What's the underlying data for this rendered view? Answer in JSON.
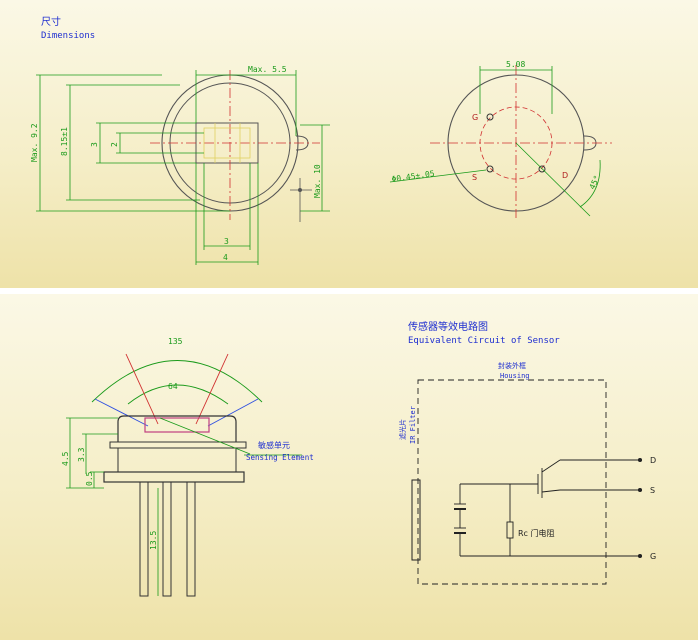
{
  "top": {
    "title_cn": "尺寸",
    "title_en": "Dimensions",
    "dims": {
      "max_55": "Max. 5.5",
      "d_508": "5.08",
      "max_92": "Max. 9.2",
      "d_815": "8.15±1",
      "d_3v": "3",
      "d_2": "2",
      "d_3h": "3",
      "d_4": "4",
      "max_10": "Max. 10",
      "pin_dia": "Φ0.45±.05",
      "angle_45": "45°"
    },
    "pins": {
      "g": "G",
      "s": "S",
      "d": "D"
    }
  },
  "bottom": {
    "title_cn": "传感器等效电路图",
    "title_en": "Equivalent Circuit of Sensor",
    "dims": {
      "d_135": "135",
      "d_64": "64",
      "d_45": "4.5",
      "d_33": "3.3",
      "d_05": "0.5",
      "d_135len": "13.5"
    },
    "sensing_cn": "敏感单元",
    "sensing_en": "Sensing Element",
    "housing_cn": "封装外框",
    "housing_en": "Housing",
    "filter_cn": "滤光片",
    "filter_en": "IR Filter",
    "rg_label": "Rc 门电阻",
    "terminals": {
      "d": "D",
      "s": "S",
      "g": "G"
    }
  }
}
